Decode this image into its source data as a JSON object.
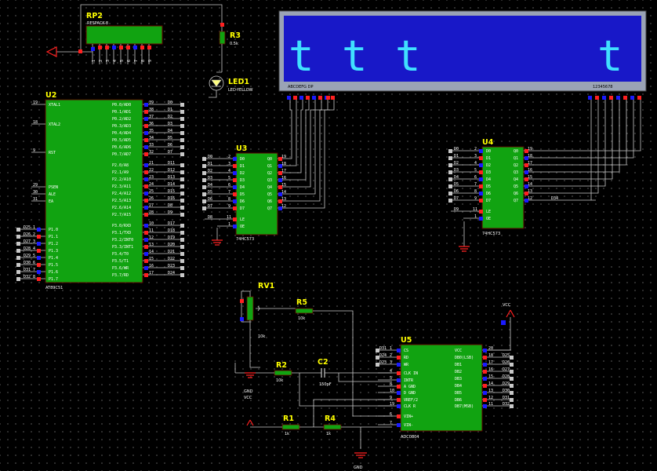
{
  "rp2": {
    "ref": "RP2",
    "part": "RESPACK-8",
    "pins": [
      "1",
      "2",
      "3",
      "4",
      "5",
      "6",
      "7",
      "8",
      "9"
    ]
  },
  "r3": {
    "ref": "R3",
    "value": "0.5k"
  },
  "led1": {
    "ref": "LED1",
    "part": "LED-YELLOW"
  },
  "lcd": {
    "text_left": "ttt",
    "text_right": "t",
    "seg_label": "ABCDEFG DP",
    "digit_label": "12345678"
  },
  "u2": {
    "ref": "U2",
    "part": "AT89C51",
    "left_pins": [
      {
        "num": "19",
        "name": "XTAL1"
      },
      {
        "num": "18",
        "name": "XTAL2"
      },
      {
        "num": "9",
        "name": "RST"
      },
      {
        "num": "29",
        "name": "PSEN"
      },
      {
        "num": "30",
        "name": "ALE"
      },
      {
        "num": "31",
        "name": "EA"
      },
      {
        "num": "1",
        "name": "P1.0"
      },
      {
        "num": "2",
        "name": "P1.1"
      },
      {
        "num": "3",
        "name": "P1.2"
      },
      {
        "num": "4",
        "name": "P1.3"
      },
      {
        "num": "5",
        "name": "P1.4"
      },
      {
        "num": "6",
        "name": "P1.5"
      },
      {
        "num": "7",
        "name": "P1.6"
      },
      {
        "num": "8",
        "name": "P1.7"
      }
    ],
    "right_pins": [
      {
        "num": "39",
        "name": "P0.0/AD0",
        "net": "D0"
      },
      {
        "num": "38",
        "name": "P0.1/AD1",
        "net": "D1"
      },
      {
        "num": "37",
        "name": "P0.2/AD2",
        "net": "D2"
      },
      {
        "num": "36",
        "name": "P0.3/AD3",
        "net": "D3"
      },
      {
        "num": "35",
        "name": "P0.4/AD4",
        "net": "D4"
      },
      {
        "num": "34",
        "name": "P0.5/AD5",
        "net": "D5"
      },
      {
        "num": "33",
        "name": "P0.6/AD6",
        "net": "D6"
      },
      {
        "num": "32",
        "name": "P0.7/AD7",
        "net": "D7"
      },
      {
        "num": "21",
        "name": "P2.0/A8",
        "net": "D11"
      },
      {
        "num": "22",
        "name": "P2.1/A9",
        "net": "D12"
      },
      {
        "num": "23",
        "name": "P2.2/A10",
        "net": "D13"
      },
      {
        "num": "24",
        "name": "P2.3/A11",
        "net": "D14"
      },
      {
        "num": "25",
        "name": "P2.4/A12",
        "net": "D15"
      },
      {
        "num": "26",
        "name": "P2.5/A13",
        "net": "D16"
      },
      {
        "num": "27",
        "name": "P2.6/A14",
        "net": "D8"
      },
      {
        "num": "28",
        "name": "P2.7/A15",
        "net": "D9"
      },
      {
        "num": "10",
        "name": "P3.0/RXD",
        "net": "D17"
      },
      {
        "num": "11",
        "name": "P3.1/TXD",
        "net": "D18"
      },
      {
        "num": "12",
        "name": "P3.2/INT0",
        "net": "D19"
      },
      {
        "num": "13",
        "name": "P3.3/INT1",
        "net": "D20"
      },
      {
        "num": "14",
        "name": "P3.4/T0",
        "net": "D21"
      },
      {
        "num": "15",
        "name": "P3.5/T1",
        "net": "D22"
      },
      {
        "num": "16",
        "name": "P3.6/WR",
        "net": "D23"
      },
      {
        "num": "17",
        "name": "P3.7/RD",
        "net": "D24"
      }
    ],
    "left_nets": [
      "D25",
      "D26",
      "D27",
      "D28",
      "D29",
      "D30",
      "D31",
      "D32"
    ]
  },
  "u3": {
    "ref": "U3",
    "part": "74HC573",
    "in_pins": [
      {
        "num": "2",
        "name": "D0",
        "net": "D0"
      },
      {
        "num": "3",
        "name": "D1",
        "net": "D1"
      },
      {
        "num": "4",
        "name": "D2",
        "net": "D2"
      },
      {
        "num": "5",
        "name": "D3",
        "net": "D3"
      },
      {
        "num": "6",
        "name": "D4",
        "net": "D4"
      },
      {
        "num": "7",
        "name": "D5",
        "net": "D5"
      },
      {
        "num": "8",
        "name": "D6",
        "net": "D6"
      },
      {
        "num": "9",
        "name": "D7",
        "net": "D7"
      }
    ],
    "out_pins": [
      {
        "num": "19",
        "name": "Q0"
      },
      {
        "num": "18",
        "name": "Q1"
      },
      {
        "num": "17",
        "name": "Q2"
      },
      {
        "num": "16",
        "name": "Q3"
      },
      {
        "num": "15",
        "name": "Q4"
      },
      {
        "num": "14",
        "name": "Q5"
      },
      {
        "num": "13",
        "name": "Q6"
      },
      {
        "num": "12",
        "name": "Q7"
      }
    ],
    "le": {
      "num": "11",
      "name": "LE",
      "net": "D8"
    },
    "oe": {
      "num": "1",
      "name": "OE"
    }
  },
  "u4": {
    "ref": "U4",
    "part": "74HC573",
    "in_pins": [
      {
        "num": "2",
        "name": "D0",
        "net": "D0"
      },
      {
        "num": "3",
        "name": "D1",
        "net": "D1"
      },
      {
        "num": "4",
        "name": "D2",
        "net": "D2"
      },
      {
        "num": "5",
        "name": "D3",
        "net": "D3"
      },
      {
        "num": "6",
        "name": "D4",
        "net": "D4"
      },
      {
        "num": "7",
        "name": "D5",
        "net": "D5"
      },
      {
        "num": "8",
        "name": "D6",
        "net": "D6"
      },
      {
        "num": "9",
        "name": "D7",
        "net": "D7"
      }
    ],
    "out_pins": [
      {
        "num": "19",
        "name": "Q0"
      },
      {
        "num": "18",
        "name": "Q1"
      },
      {
        "num": "17",
        "name": "Q2"
      },
      {
        "num": "16",
        "name": "Q3"
      },
      {
        "num": "15",
        "name": "Q4"
      },
      {
        "num": "14",
        "name": "Q5"
      },
      {
        "num": "13",
        "name": "Q6"
      },
      {
        "num": "12",
        "name": "Q7"
      }
    ],
    "le": {
      "num": "11",
      "name": "LE",
      "net": "D9"
    },
    "oe": {
      "num": "1",
      "name": "OE"
    },
    "extra_net": "D34"
  },
  "rv1": {
    "ref": "RV1",
    "value": "10k"
  },
  "r5": {
    "ref": "R5",
    "value": "10k"
  },
  "r2": {
    "ref": "R2",
    "value": "10k"
  },
  "c2": {
    "ref": "C2",
    "value": "150pF"
  },
  "r1": {
    "ref": "R1",
    "value": "1k"
  },
  "r4": {
    "ref": "R4",
    "value": "1k"
  },
  "u5": {
    "ref": "U5",
    "part": "ADC0804",
    "left_pins": [
      {
        "num": "1",
        "name": "CS",
        "net": "D31"
      },
      {
        "num": "2",
        "name": "RD",
        "net": "D24"
      },
      {
        "num": "3",
        "name": "WR",
        "net": "D23"
      },
      {
        "num": "4",
        "name": "CLK IN"
      },
      {
        "num": "5",
        "name": "INTR"
      },
      {
        "num": "8",
        "name": "A GND"
      },
      {
        "num": "10",
        "name": "D GND"
      },
      {
        "num": "9",
        "name": "VREF/2"
      },
      {
        "num": "19",
        "name": "CLK R"
      },
      {
        "num": "6",
        "name": "VIN+"
      },
      {
        "num": "7",
        "name": "VIN-"
      }
    ],
    "right_pins": [
      {
        "num": "20",
        "name": "VCC"
      },
      {
        "num": "18",
        "name": "DB0(LSB)",
        "net": "D25"
      },
      {
        "num": "17",
        "name": "DB1",
        "net": "D26"
      },
      {
        "num": "16",
        "name": "DB2",
        "net": "D27"
      },
      {
        "num": "15",
        "name": "DB3",
        "net": "D28"
      },
      {
        "num": "14",
        "name": "DB4",
        "net": "D29"
      },
      {
        "num": "13",
        "name": "DB5",
        "net": "D30"
      },
      {
        "num": "12",
        "name": "DB6",
        "net": "D31"
      },
      {
        "num": "11",
        "name": "DB7(MSB)",
        "net": "D32"
      }
    ]
  },
  "power": {
    "vcc": "VCC",
    "gnd": "GND"
  }
}
